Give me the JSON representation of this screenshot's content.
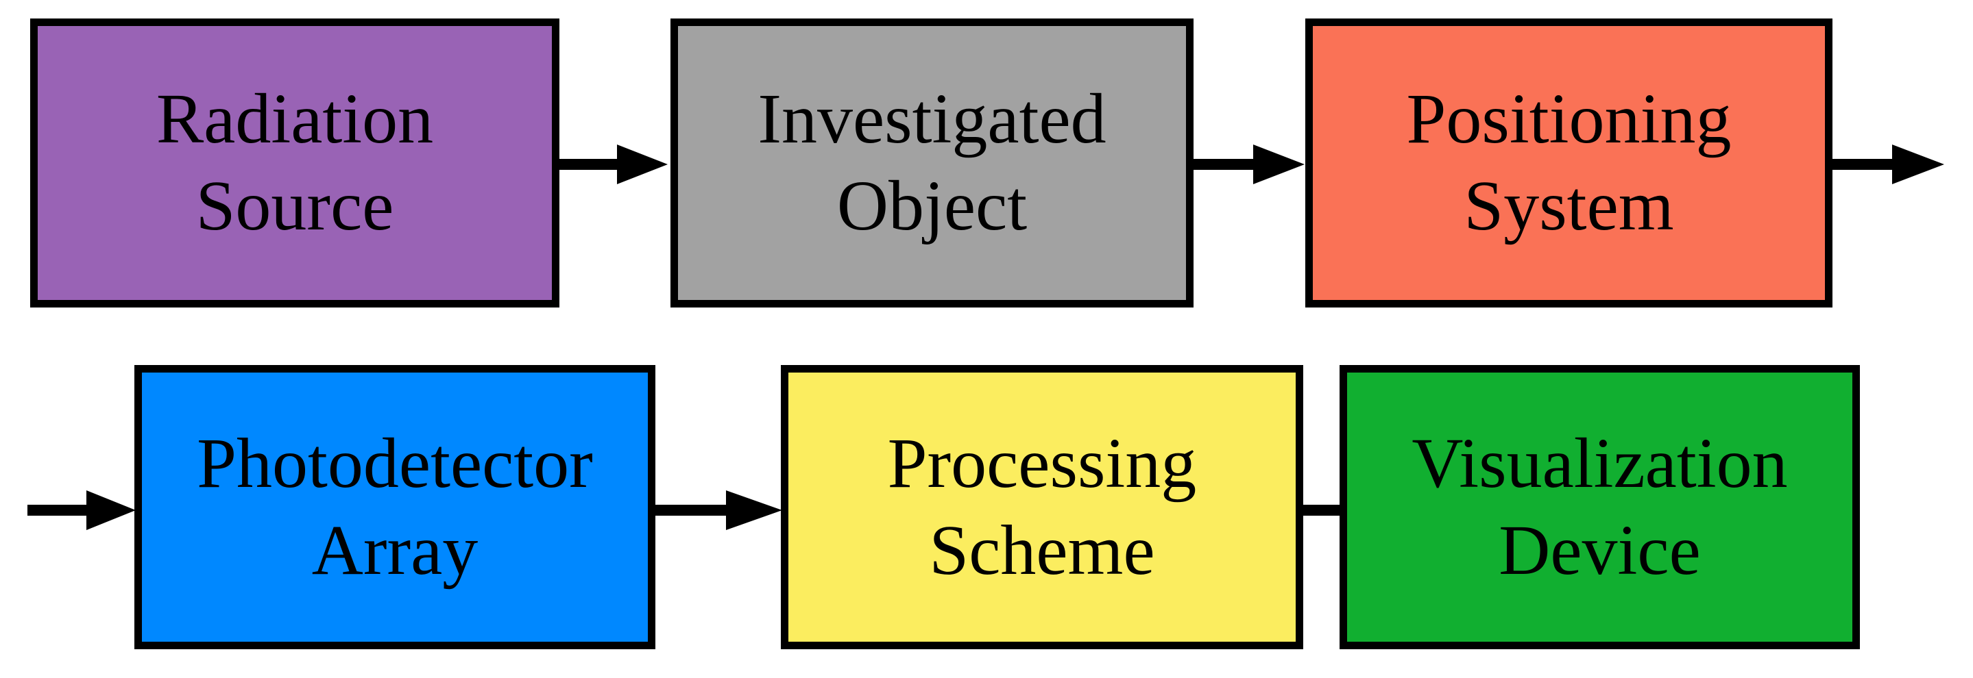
{
  "diagram": {
    "title": "Digital radiography imaging system block diagram",
    "background_color": "#FFFFFF",
    "border_color": "#000000",
    "arrow_color": "#000000",
    "rows": [
      {
        "row": "top",
        "nodes": [
          {
            "id": "radiation-source",
            "line1": "Radiation",
            "line2": "Source",
            "fill": "#9963B5"
          },
          {
            "id": "investigated-object",
            "line1": "Investigated",
            "line2": "Object",
            "fill": "#A2A2A2"
          },
          {
            "id": "positioning-system",
            "line1": "Positioning",
            "line2": "System",
            "fill": "#FA7256"
          }
        ]
      },
      {
        "row": "bottom",
        "nodes": [
          {
            "id": "photodetector-array",
            "line1": "Photodetector",
            "line2": "Array",
            "fill": "#0088FF"
          },
          {
            "id": "processing-scheme",
            "line1": "Processing",
            "line2": "Scheme",
            "fill": "#FBED5F"
          },
          {
            "id": "visualization-device",
            "line1": "Visualization",
            "line2": "Device",
            "fill": "#11AF30"
          }
        ]
      }
    ],
    "arrows": [
      {
        "id": "arrow-radiation-to-object",
        "icon": "arrow-right-icon",
        "from": "radiation-source",
        "to": "investigated-object"
      },
      {
        "id": "arrow-object-to-positioning",
        "icon": "arrow-right-icon",
        "from": "investigated-object",
        "to": "positioning-system"
      },
      {
        "id": "arrow-positioning-to-wrap",
        "icon": "arrow-right-icon",
        "from": "positioning-system",
        "to": "photodetector-array"
      },
      {
        "id": "arrow-wrap-to-photodetector",
        "icon": "arrow-right-icon",
        "from": "positioning-system",
        "to": "photodetector-array"
      },
      {
        "id": "arrow-photodetector-to-processing",
        "icon": "arrow-right-icon",
        "from": "photodetector-array",
        "to": "processing-scheme"
      },
      {
        "id": "arrow-processing-to-visualization",
        "icon": "arrow-right-icon",
        "from": "processing-scheme",
        "to": "visualization-device"
      }
    ]
  }
}
